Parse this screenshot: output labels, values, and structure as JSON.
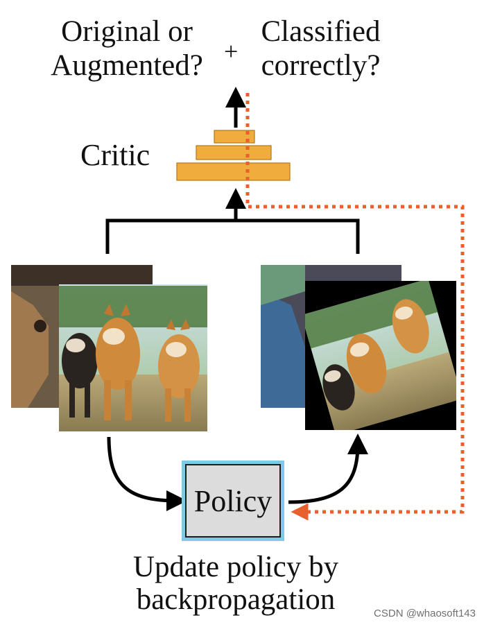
{
  "texts": {
    "top_left_line1": "Original or",
    "top_left_line2": "Augmented?",
    "plus": "+",
    "top_right_line1": "Classified",
    "top_right_line2": "correctly?",
    "critic": "Critic",
    "policy": "Policy",
    "caption_line1": "Update policy by",
    "caption_line2": "backpropagation",
    "watermark": "CSDN @whaosoft143"
  },
  "colors": {
    "arrow": "#000000",
    "dotted_feedback": "#e8602c",
    "critic_fill": "#f0ac3c",
    "policy_fill": "#dcdcdc",
    "policy_border": "#7fc8e6"
  },
  "icons": {
    "critic": "layered-critic-network-icon",
    "images": "dog-photo-stack-icon"
  }
}
